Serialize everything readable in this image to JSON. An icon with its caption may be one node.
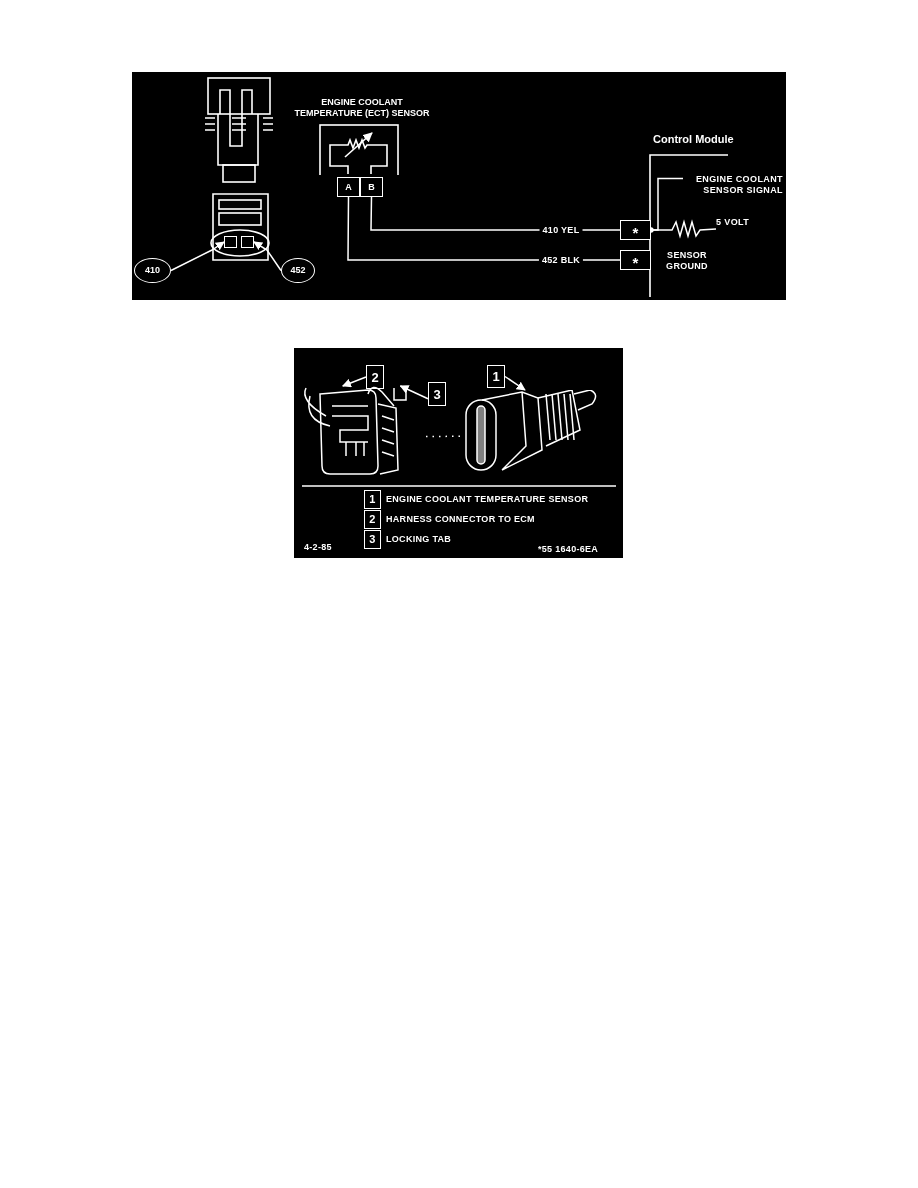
{
  "diagram": {
    "nodes": [
      {
        "text": [
          "410"
        ]
      },
      {
        "text": [
          "452"
        ]
      },
      {
        "text": [],
        "shape": "box"
      },
      {
        "text": [],
        "shape": "box"
      },
      {
        "text": [
          "ENGINE COOLANT TEMPERATURE (ECT) SENSOR"
        ]
      },
      {
        "text": [
          "A"
        ]
      },
      {
        "text": [
          "B"
        ]
      },
      {
        "text": [
          "*"
        ]
      },
      {
        "text": [
          "*"
        ]
      },
      {
        "text": [
          "ENGINE COOLANT SENSOR SIGNAL"
        ]
      },
      {
        "text": [
          "2"
        ]
      },
      {
        "text": [
          "3"
        ]
      },
      {
        "text": [
          "1"
        ]
      },
      {
        "text": [],
        "shape": "picture"
      },
      {
        "text": [],
        "shape": "picture"
      },
      {
        "text": [
          "5 VOLT"
        ]
      }
    ],
    "edges": [
      {
        "from": 0,
        "to": 2,
        "arrow": "to"
      },
      {
        "from": 1,
        "to": 3,
        "arrow": "to"
      },
      {
        "from": 6,
        "to": 7,
        "arrow": "none",
        "label": "410 YEL"
      },
      {
        "from": 5,
        "to": 8,
        "arrow": "none",
        "label": "452 BLK"
      },
      {
        "from": 9,
        "to": 7,
        "arrow": "other"
      },
      {
        "from": 10,
        "to": 13,
        "arrow": "to"
      },
      {
        "from": 11,
        "to": 13,
        "arrow": "to"
      },
      {
        "from": 12,
        "to": 14,
        "arrow": "to"
      },
      {
        "from": 13,
        "to": 14,
        "arrow": "none",
        "style": "dashed"
      },
      {
        "from": 7,
        "to": 15,
        "arrow": "none"
      }
    ],
    "labels": [
      "Control Module",
      "SENSOR GROUND",
      "1",
      "ENGINE COOLANT TEMPERATURE SENSOR",
      "2",
      "HARNESS CONNECTOR TO ECM",
      "3",
      "LOCKING TAB",
      "4-2-85",
      "*55 1640-6EA"
    ]
  }
}
